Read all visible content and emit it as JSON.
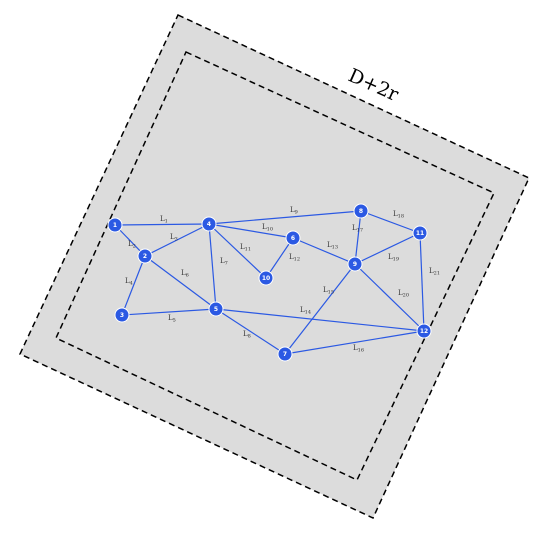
{
  "diagram": {
    "outer_label": "D+2r",
    "colors": {
      "node": "#2b59e3",
      "node_stroke": "#ffffff",
      "edge": "#2b59e3",
      "region_fill": "#dcdcdc",
      "region_stroke": "#000000"
    },
    "nodes": [
      {
        "id": "1"
      },
      {
        "id": "2"
      },
      {
        "id": "3"
      },
      {
        "id": "4"
      },
      {
        "id": "5"
      },
      {
        "id": "6"
      },
      {
        "id": "7"
      },
      {
        "id": "8"
      },
      {
        "id": "9"
      },
      {
        "id": "10"
      },
      {
        "id": "11"
      },
      {
        "id": "12"
      }
    ],
    "edges": [
      {
        "from": "1",
        "to": "4",
        "label": "L1"
      },
      {
        "from": "1",
        "to": "2",
        "label": "L2"
      },
      {
        "from": "2",
        "to": "4",
        "label": "L3"
      },
      {
        "from": "2",
        "to": "3",
        "label": "L4"
      },
      {
        "from": "3",
        "to": "5",
        "label": "L5"
      },
      {
        "from": "2",
        "to": "5",
        "label": "L6"
      },
      {
        "from": "4",
        "to": "5",
        "label": "L7"
      },
      {
        "from": "5",
        "to": "7",
        "label": "L8"
      },
      {
        "from": "4",
        "to": "8",
        "label": "L9"
      },
      {
        "from": "4",
        "to": "6",
        "label": "L10"
      },
      {
        "from": "4",
        "to": "10",
        "label": "L11"
      },
      {
        "from": "6",
        "to": "10",
        "label": "L12"
      },
      {
        "from": "6",
        "to": "9",
        "label": "L13"
      },
      {
        "from": "5",
        "to": "12",
        "label": "L14"
      },
      {
        "from": "7",
        "to": "9",
        "label": "L15"
      },
      {
        "from": "7",
        "to": "12",
        "label": "L16"
      },
      {
        "from": "8",
        "to": "9",
        "label": "L17"
      },
      {
        "from": "8",
        "to": "11",
        "label": "L18"
      },
      {
        "from": "9",
        "to": "11",
        "label": "L19"
      },
      {
        "from": "9",
        "to": "12",
        "label": "L20"
      },
      {
        "from": "11",
        "to": "12",
        "label": "L21"
      }
    ]
  }
}
